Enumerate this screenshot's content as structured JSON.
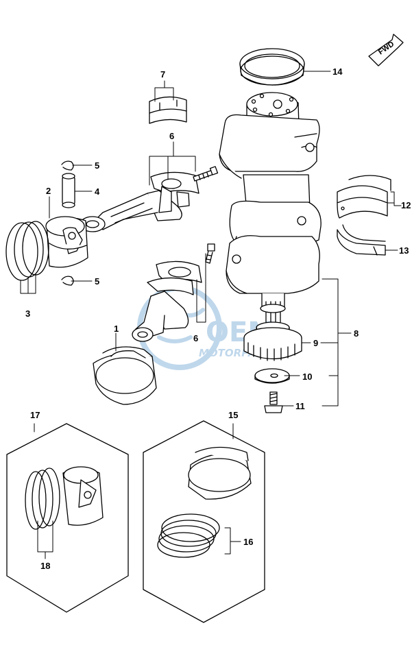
{
  "fwd_badge": {
    "label": "FWD"
  },
  "watermark": {
    "brand": "OEM",
    "subtitle": "MOTORPARTS"
  },
  "callouts": {
    "c1": "1",
    "c2": "2",
    "c3": "3",
    "c4": "4",
    "c5a": "5",
    "c5b": "5",
    "c6a": "6",
    "c6b": "6",
    "c7": "7",
    "c8": "8",
    "c9": "9",
    "c10": "10",
    "c11": "11",
    "c12": "12",
    "c13": "13",
    "c14": "14",
    "c15": "15",
    "c16": "16",
    "c17": "17",
    "c18": "18"
  },
  "colors": {
    "line": "#000000",
    "watermark": "#4a90c8"
  }
}
